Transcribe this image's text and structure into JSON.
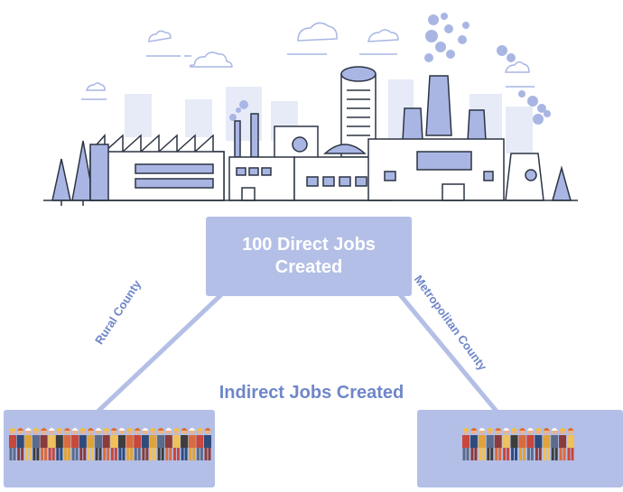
{
  "diagram": {
    "center": {
      "line1": "100 Direct Jobs",
      "line2": "Created"
    },
    "left_branch_label": "Rural County",
    "right_branch_label": "Metropolitan County",
    "bottom_label": "Indirect Jobs Created",
    "rural_worker_count": 26,
    "metro_worker_count": 14
  },
  "colors": {
    "accent": "#b3bfe6",
    "label_text": "#6f86c9",
    "factory_stroke": "#2b3442",
    "factory_fill": "#a9b6e4"
  },
  "icons": {
    "illustration": "factory-illustration",
    "clouds": "cloud-icon",
    "trees": "tree-icon",
    "workers": "worker-icon"
  }
}
